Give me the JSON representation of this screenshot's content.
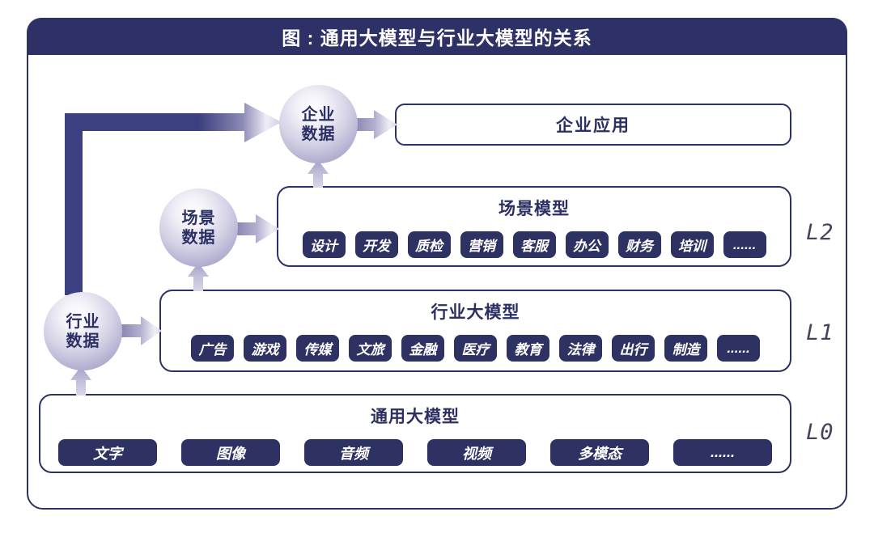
{
  "title": "图 : 通用大模型与行业大模型的关系",
  "colors": {
    "navy": "#2d3165",
    "tag_bg": "#2e3263",
    "text_navy": "#2c2f63",
    "pipe": "#3d4080",
    "arrow_light": "#cac8df",
    "level_label": "#43445a"
  },
  "circles": {
    "enterprise": {
      "line1": "企业",
      "line2": "数据"
    },
    "scene": {
      "line1": "场景",
      "line2": "数据"
    },
    "industry": {
      "line1": "行业",
      "line2": "数据"
    }
  },
  "boxes": {
    "enterprise_app": {
      "title": "企业应用"
    },
    "scene_model": {
      "title": "场景模型",
      "level": "L2",
      "tags": [
        "设计",
        "开发",
        "质检",
        "营销",
        "客服",
        "办公",
        "财务",
        "培训",
        "......"
      ]
    },
    "industry_model": {
      "title": "行业大模型",
      "level": "L1",
      "tags": [
        "广告",
        "游戏",
        "传媒",
        "文旅",
        "金融",
        "医疗",
        "教育",
        "法律",
        "出行",
        "制造",
        "......"
      ]
    },
    "general_model": {
      "title": "通用大模型",
      "level": "L0",
      "tags": [
        "文字",
        "图像",
        "音频",
        "视频",
        "多模态",
        "......"
      ]
    }
  }
}
